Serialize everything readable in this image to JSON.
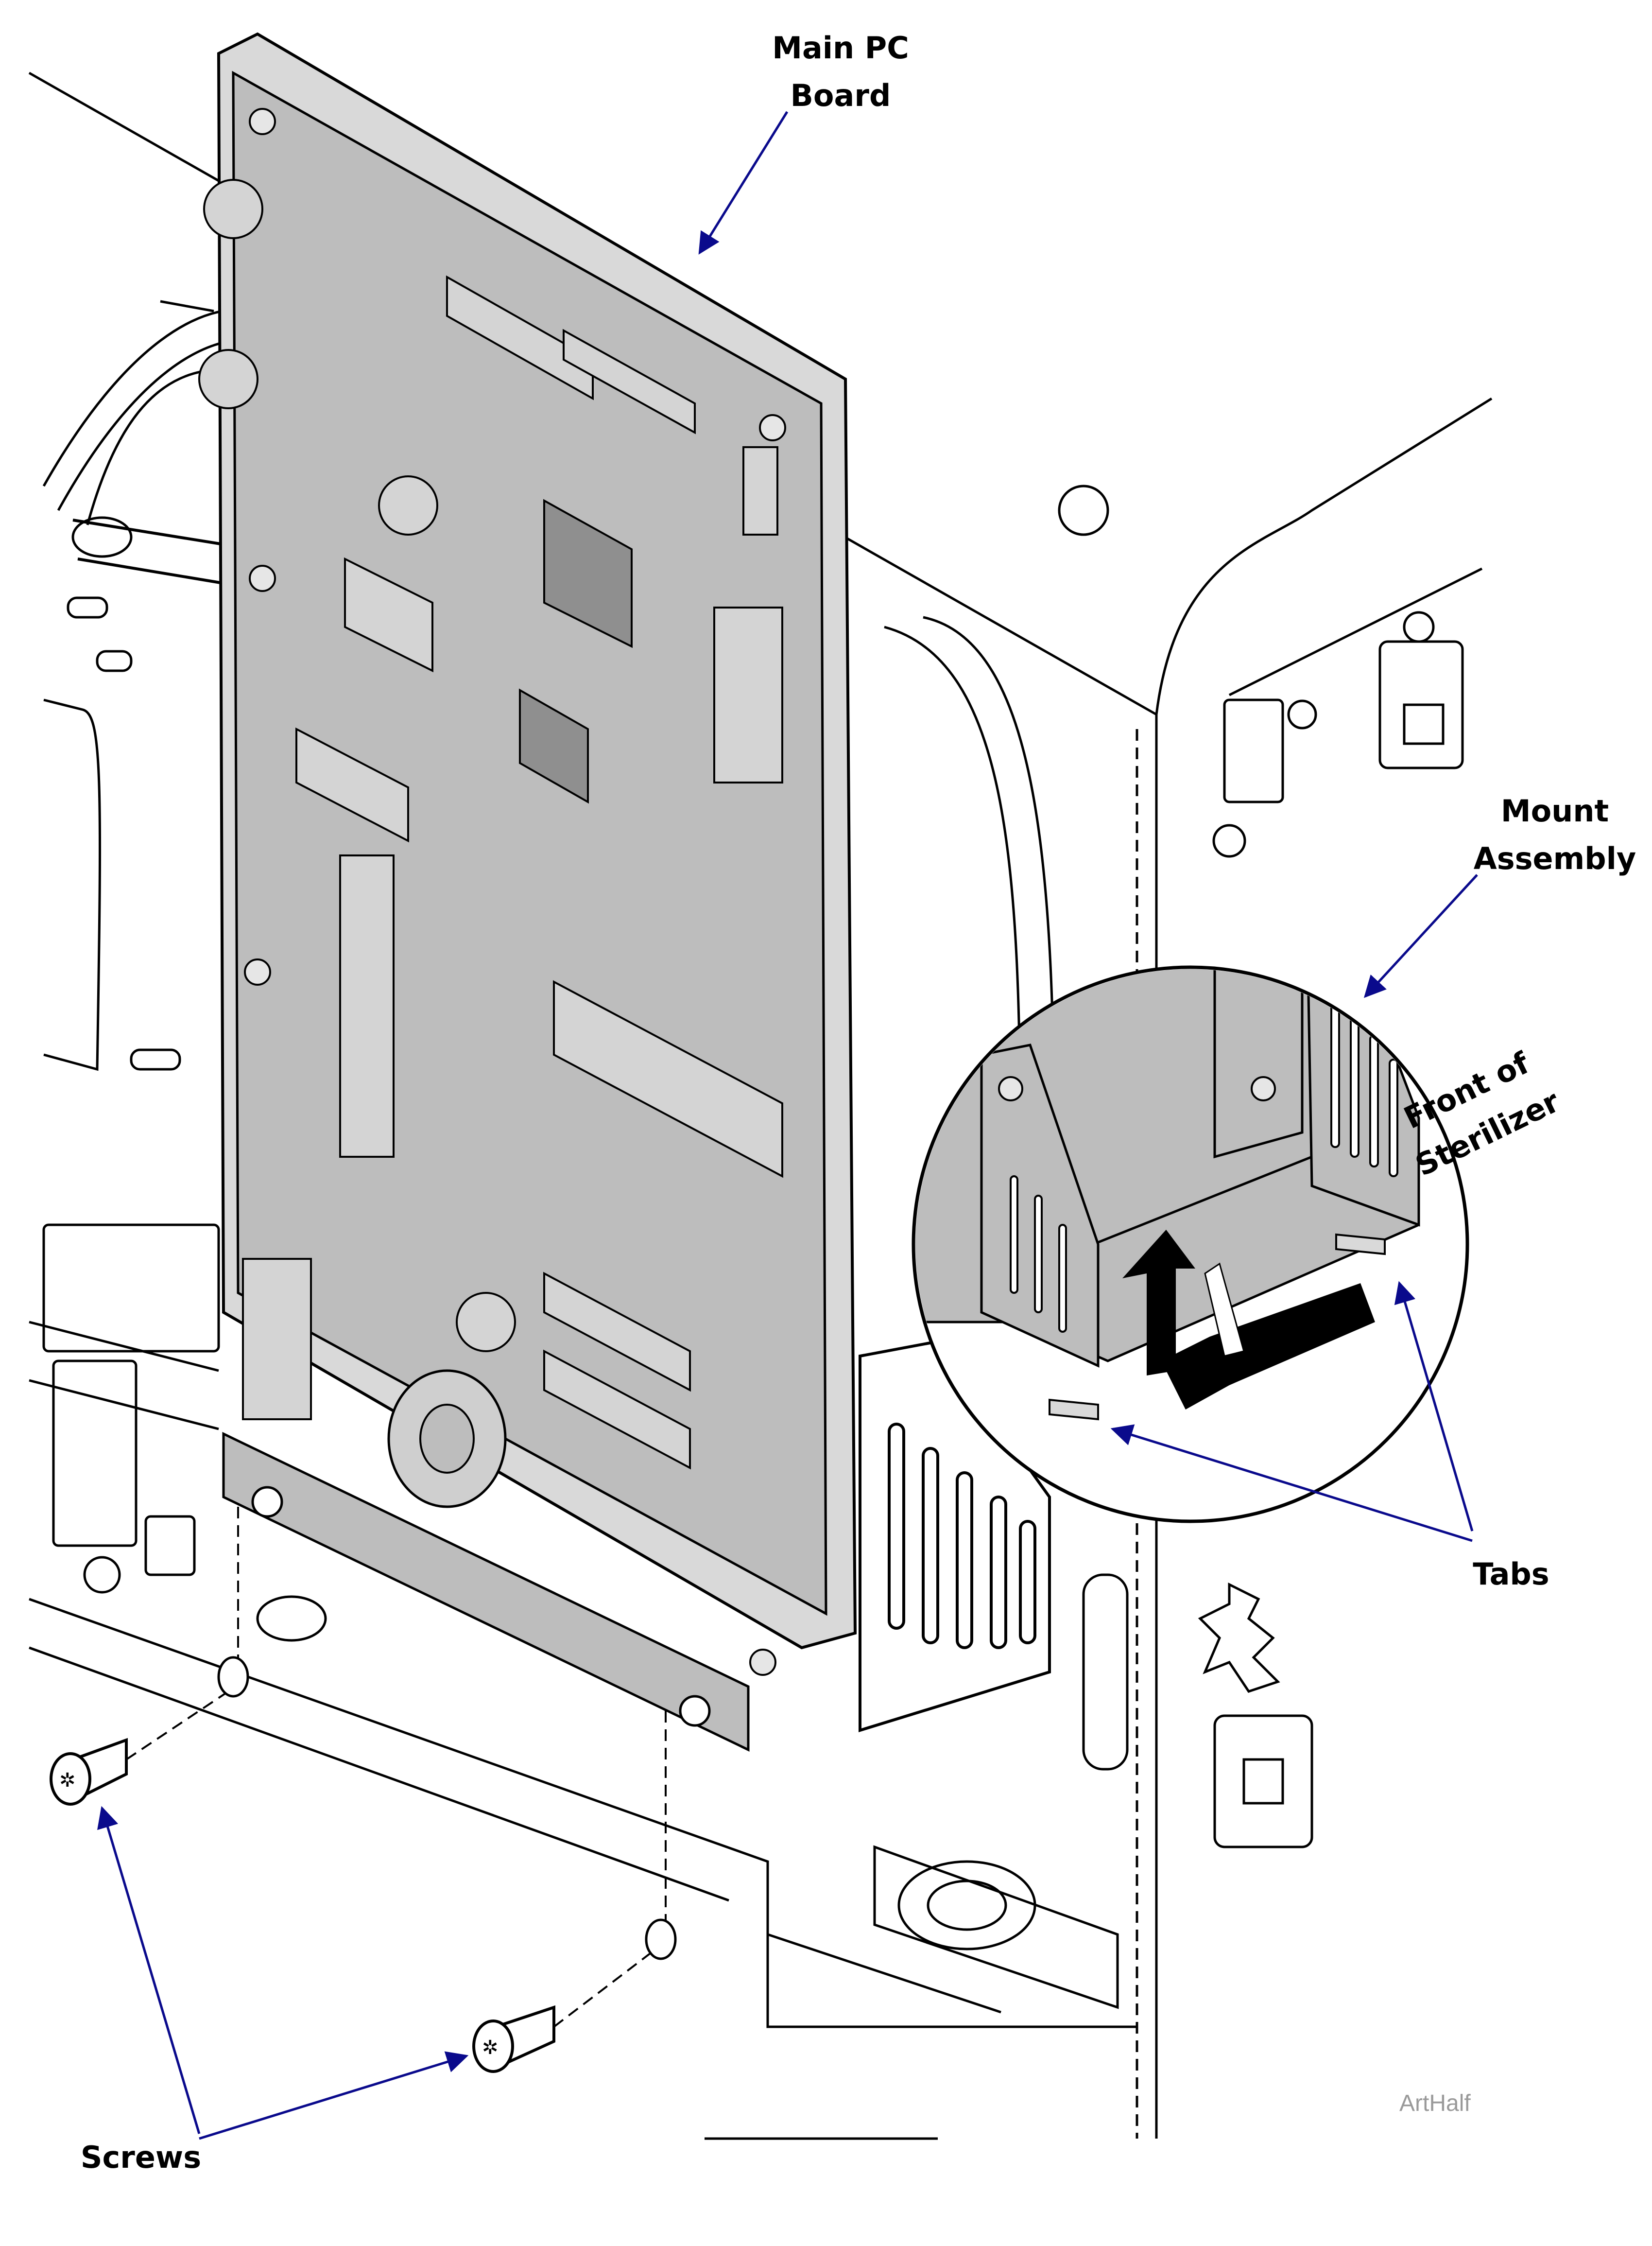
{
  "labels": {
    "main_pc_board": [
      "Main PC",
      "Board"
    ],
    "mount_assembly": [
      "Mount",
      "Assembly"
    ],
    "front_of_sterilizer": [
      "Front of",
      "Sterilizer"
    ],
    "tabs": "Tabs",
    "screws": "Screws"
  },
  "art_ref": "ArtHalf",
  "colors": {
    "board": "#bdbdbd",
    "board_dark": "#9c9c9c",
    "line": "#000000",
    "leader": "#0a0a8c",
    "background": "#ffffff"
  },
  "icons": [
    "screw-icon",
    "arrow-icon",
    "tab-icon"
  ]
}
